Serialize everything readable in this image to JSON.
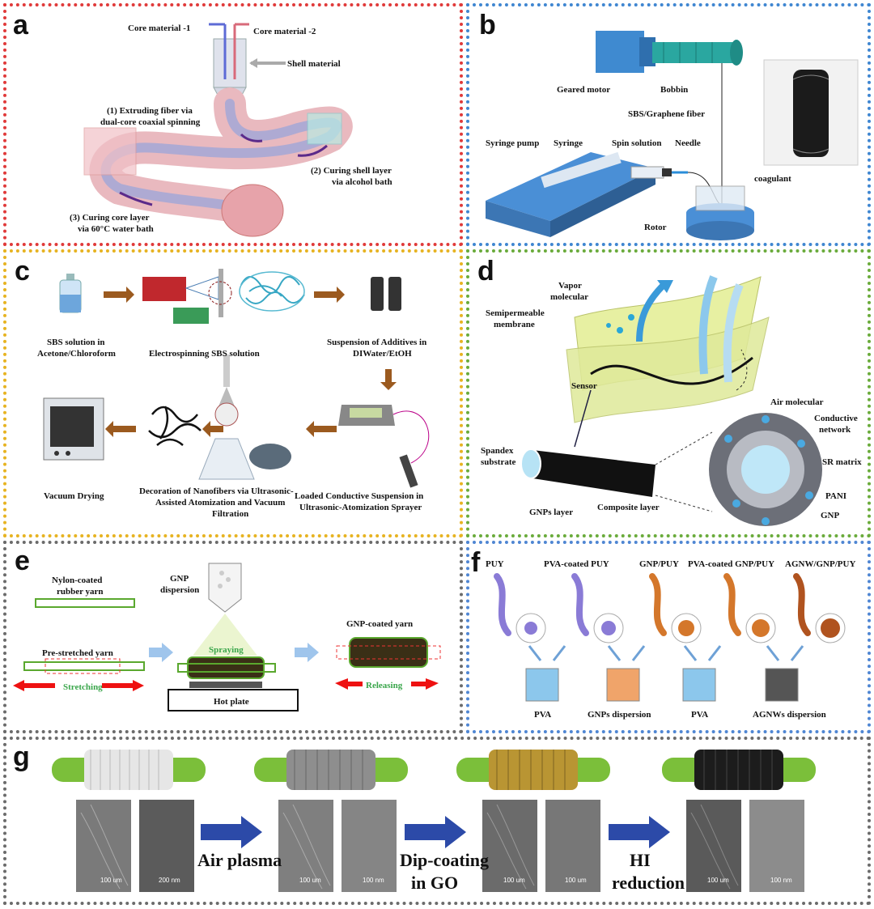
{
  "colors": {
    "a": "#e03a3a",
    "b": "#3f86d1",
    "c": "#e7b321",
    "d": "#6aab3b",
    "e": "#6b6b6b",
    "f": "#4f86d3",
    "g": "#6b6b6b"
  },
  "panels": {
    "a": {
      "label": "a",
      "core1": "Core material -1",
      "core2": "Core material -2",
      "shell": "Shell material",
      "step1_l1": "(1) Extruding fiber via",
      "step1_l2": "dual-core coaxial spinning",
      "step2_l1": "(2) Curing shell layer",
      "step2_l2": "via alcohol bath",
      "step3_l1": "(3) Curing core layer",
      "step3_l2": "via 60°C water bath"
    },
    "b": {
      "label": "b",
      "motor": "Geared motor",
      "bobbin": "Bobbin",
      "fiber": "SBS/Graphene fiber",
      "pump": "Syringe pump",
      "syringe": "Syringe",
      "spin": "Spin solution",
      "needle": "Needle",
      "coagulant": "coagulant",
      "rotor": "Rotor"
    },
    "c": {
      "label": "c",
      "sbs_l1": "SBS solution in",
      "sbs_l2": "Acetone/Chloroform",
      "electro": "Electrospinning SBS solution",
      "susp_l1": "Suspension of Additives in",
      "susp_l2": "DIWater/EtOH",
      "vac": "Vacuum Drying",
      "deco_l1": "Decoration of Nanofibers via Ultrasonic-",
      "deco_l2": "Assisted Atomization and Vacuum",
      "deco_l3": "Filtration",
      "load_l1": "Loaded Conductive Suspension in",
      "load_l2": "Ultrasonic-Atomization Sprayer"
    },
    "d": {
      "label": "d",
      "vapor_l1": "Vapor",
      "vapor_l2": "molecular",
      "semi_l1": "Semipermeable",
      "semi_l2": "membrane",
      "sensor": "Sensor",
      "air": "Air molecular",
      "cond_l1": "Conductive",
      "cond_l2": "network",
      "sr": "SR matrix",
      "pani": "PANI",
      "gnp": "GNP",
      "span_l1": "Spandex",
      "span_l2": "substrate",
      "gnps": "GNPs layer",
      "comp": "Composite layer"
    },
    "e": {
      "label": "e",
      "nylon_l1": "Nylon-coated",
      "nylon_l2": "rubber yarn",
      "pre": "Pre-stretched yarn",
      "stretch": "Stretching",
      "gnpd_l1": "GNP",
      "gnpd_l2": "dispersion",
      "spray": "Spraying",
      "hot": "Hot plate",
      "coated": "GNP-coated yarn",
      "release": "Releasing"
    },
    "f": {
      "label": "f",
      "y1": "PUY",
      "y2": "PVA-coated PUY",
      "y3": "GNP/PUY",
      "y4": "PVA-coated GNP/PUY",
      "y5": "AGNW/GNP/PUY",
      "b1": "PVA",
      "b2": "GNPs dispersion",
      "b3": "PVA",
      "b4": "AGNWs dispersion"
    },
    "g": {
      "label": "g",
      "s1": "Air plasma",
      "s2_l1": "Dip-coating",
      "s2_l2": "in GO",
      "s3_l1": "HI",
      "s3_l2": "reduction",
      "sb1": "100 um",
      "sb2": "200 nm",
      "sb3": "100 um",
      "sb4": "100 nm",
      "sb5": "100 um",
      "sb6": "100 um",
      "sb7": "100 um",
      "sb8": "100 nm"
    }
  }
}
